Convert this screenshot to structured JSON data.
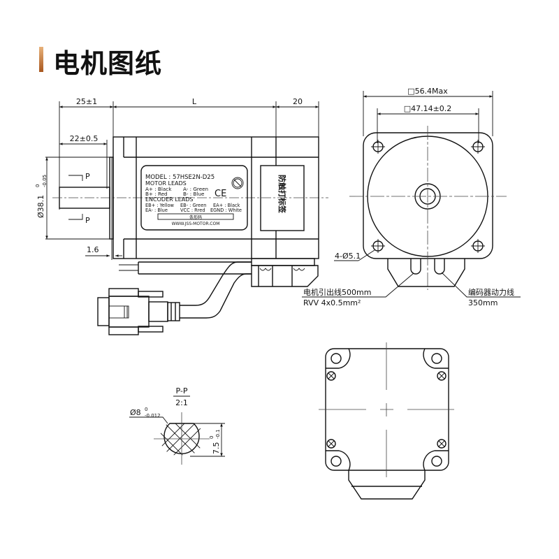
{
  "header": {
    "title": "电机图纸",
    "accent_color": "#c0733a"
  },
  "side_view": {
    "dim_front": "25±1",
    "dim_length": "L",
    "dim_rear": "20",
    "dim_shaft": "22±0.5",
    "dim_flange": "1.6",
    "dim_diameter": "Ø38.1",
    "dim_diameter_tol_upper": "0",
    "dim_diameter_tol_lower": "-0.05",
    "section_mark": "P",
    "rear_label": "防触打标签"
  },
  "nameplate": {
    "model": "MODEL : 57HSE2N-D25",
    "motor_leads_title": "MOTOR  LEADS",
    "motor_leads": [
      "A+ :  Black",
      "A- :  Green",
      "B+ :  Red",
      "B- :  Blue"
    ],
    "encoder_leads_title": "ENCODER  LEADS",
    "encoder_leads": [
      "EB+ : Yellow",
      "EB- : Green",
      "EA+ : Black",
      "EA- : Blue",
      "VCC : Rred",
      "EGND : White"
    ],
    "ce_mark": "CE",
    "barcode_label": "条形码",
    "website": "WWW.JSS-MOTOR.COM"
  },
  "front_view": {
    "dim_outer": "□56.4Max",
    "dim_hole_spacing": "□47.14±0.2",
    "hole_callout": "4-Ø5.1",
    "motor_cable_line1": "电机引出线500mm",
    "motor_cable_line2": "RVV 4x0.5mm²",
    "encoder_cable_line1": "编码器动力线",
    "encoder_cable_line2": "350mm"
  },
  "section_view": {
    "title": "P-P",
    "scale": "2:1",
    "dim_diameter": "Ø8",
    "dim_diameter_tol_upper": "0",
    "dim_diameter_tol_lower": "-0.012",
    "dim_flat": "7.5",
    "dim_flat_tol_upper": "0",
    "dim_flat_tol_lower": "-0.1"
  }
}
